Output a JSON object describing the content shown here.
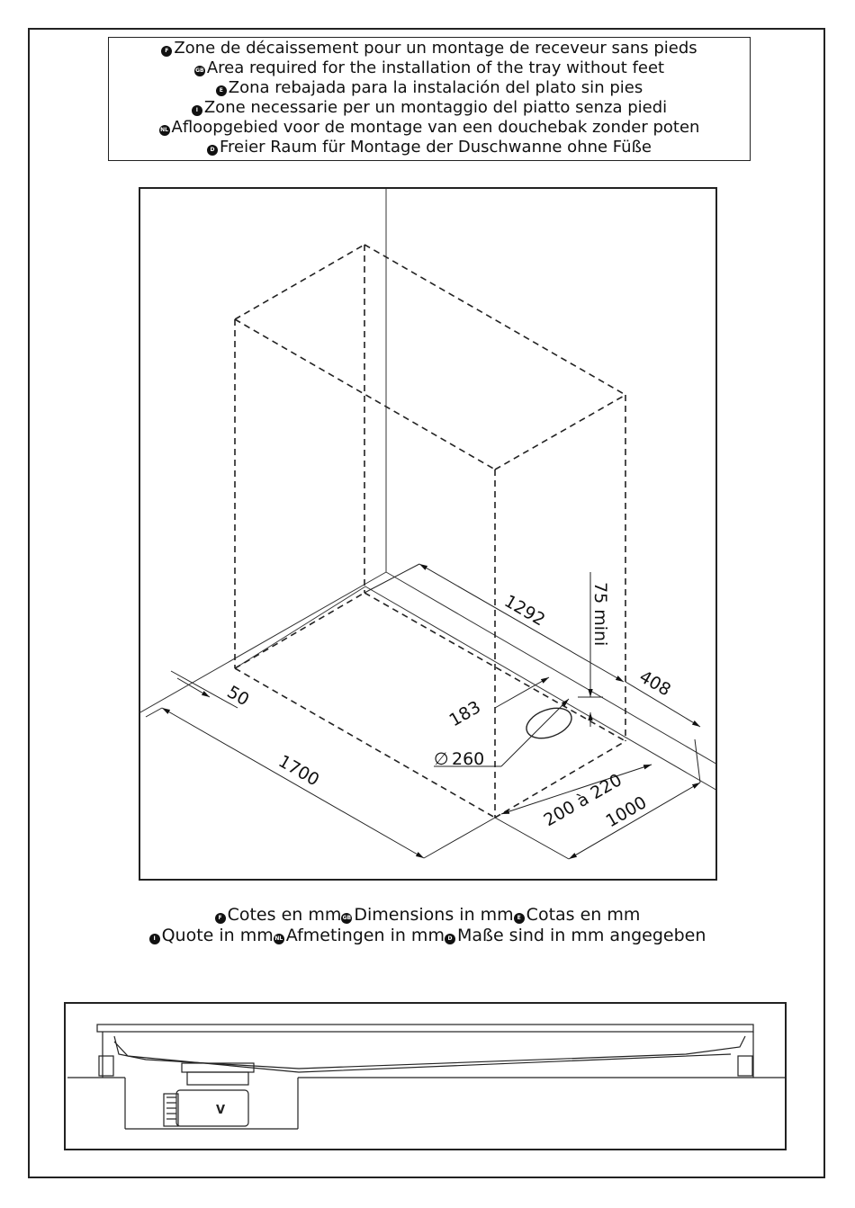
{
  "title_lines": [
    {
      "flag": "F",
      "text": "Zone de décaissement pour un montage de receveur sans pieds"
    },
    {
      "flag": "GB",
      "text": "Area required for the installation of the tray without feet"
    },
    {
      "flag": "E",
      "text": "Zona rebajada para la instalación del plato sin pies"
    },
    {
      "flag": "I",
      "text": "Zone necessarie per un montaggio del piatto senza piedi"
    },
    {
      "flag": "NL",
      "text": "Afloopgebied voor de montage van een douchebak zonder poten"
    },
    {
      "flag": "D",
      "text": "Freier Raum für Montage der Duschwanne ohne Füße"
    }
  ],
  "dimensions": {
    "length": "1700",
    "depth": "1000",
    "depth_range": "200 à 220",
    "offset_50": "50",
    "span_1292": "1292",
    "offset_408": "408",
    "offset_183": "183",
    "drain_diameter": "260",
    "diameter_symbol": "∅",
    "min_depth": "75 mini"
  },
  "units_lines": [
    [
      {
        "flag": "F",
        "text": "Cotes en mm"
      },
      {
        "flag": "GB",
        "text": "Dimensions in mm"
      },
      {
        "flag": "E",
        "text": "Cotas en mm"
      }
    ],
    [
      {
        "flag": "I",
        "text": "Quote in mm"
      },
      {
        "flag": "NL",
        "text": "Afmetingen in mm"
      },
      {
        "flag": "D",
        "text": "Maße sind in mm angegeben"
      }
    ]
  ],
  "drain_logo": "V"
}
